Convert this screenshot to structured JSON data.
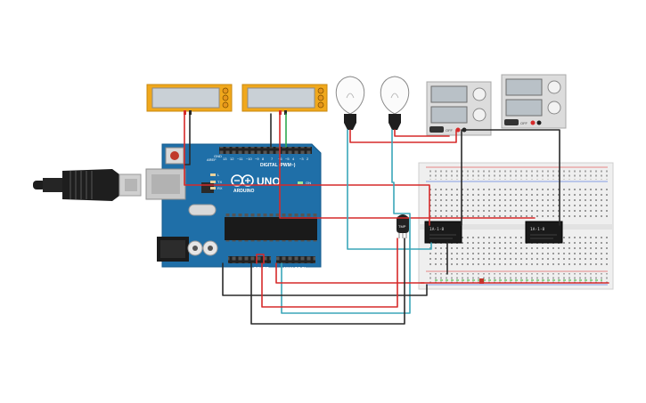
{
  "arduino": {
    "model_label": "UNO",
    "brand_label": "ARDUINO",
    "digital_label": "DIGITAL (PWM~)",
    "power_label": "POWER",
    "analog_label": "ANALOG IN",
    "tx_label": "TX",
    "rx_label": "RX",
    "on_label": "ON",
    "l_label": "L",
    "aref_label": "AREF",
    "gnd_label": "GND"
  },
  "sensor": {
    "label": "TMP"
  },
  "relays": [
    {
      "label": "1A-1-8"
    },
    {
      "label": "1A-1-8"
    }
  ],
  "power_supplies": [
    {
      "switch_label": "OFF"
    },
    {
      "switch_label": "OFF"
    }
  ],
  "colors": {
    "board": "#1f6fa8",
    "wire_red": "#d62a2a",
    "wire_black": "#2a2a2a",
    "wire_cyan": "#3aa6b9",
    "wire_green": "#2fa84f",
    "lcd_frame": "#f0a81c",
    "breadboard": "#efefef"
  }
}
